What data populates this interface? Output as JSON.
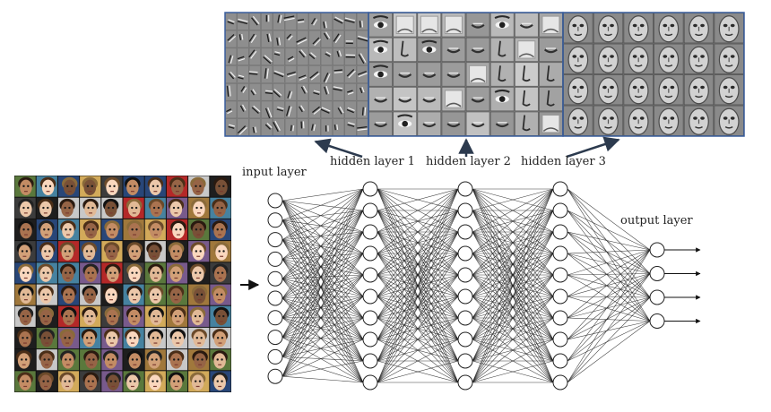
{
  "diagram": {
    "layers": [
      {
        "id": "input",
        "label": "input layer",
        "neurons": 10
      },
      {
        "id": "h1",
        "label": "hidden layer 1",
        "neurons": 10
      },
      {
        "id": "h2",
        "label": "hidden layer 2",
        "neurons": 10
      },
      {
        "id": "h3",
        "label": "hidden layer 3",
        "neurons": 10
      },
      {
        "id": "output",
        "label": "output layer",
        "neurons": 4
      }
    ],
    "feature_panels": [
      {
        "layer": "h1",
        "features": "edge detectors"
      },
      {
        "layer": "h2",
        "features": "face parts"
      },
      {
        "layer": "h3",
        "features": "whole faces"
      }
    ],
    "input_mosaic": {
      "rows": 10,
      "cols": 10
    }
  },
  "colors": {
    "panel_border": "#3a5f9e",
    "node_stroke": "#222222",
    "edge": "#1a1a1a",
    "arrow": "#2c3a4e"
  }
}
